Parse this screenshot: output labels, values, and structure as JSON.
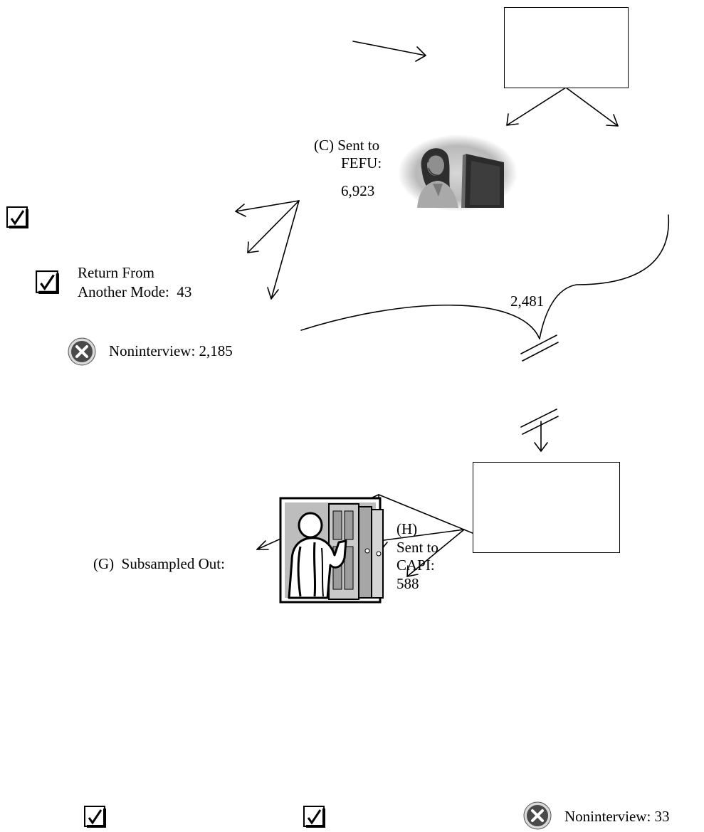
{
  "colors": {
    "stroke": "#000000",
    "background": "#ffffff",
    "icon_fill": "#4a4a4a",
    "icon_shade": "#9a9a9a"
  },
  "labels": {
    "sent_to_fefu_line1": "(C) Sent to",
    "sent_to_fefu_line2": "FEFU:",
    "sent_to_fefu_line3": "6,923",
    "return_line1": "Return From",
    "return_line2": "Another Mode:  43",
    "noninterview_top": "Noninterview: 2,185",
    "count_2481": "2,481",
    "subsampled_out": "(G)  Subsampled Out:",
    "capi_line1": "(H)",
    "capi_line2": "Sent to",
    "capi_line3": "CAPI:",
    "capi_line4": "588",
    "noninterview_bottom": "Noninterview: 33"
  },
  "icons": {
    "checkbox": "checkbox-checked-icon",
    "noninterview": "x-circle-icon",
    "phone_interviewer": "telephone-interviewer-image",
    "field_interviewer": "door-knocking-interviewer-image"
  }
}
